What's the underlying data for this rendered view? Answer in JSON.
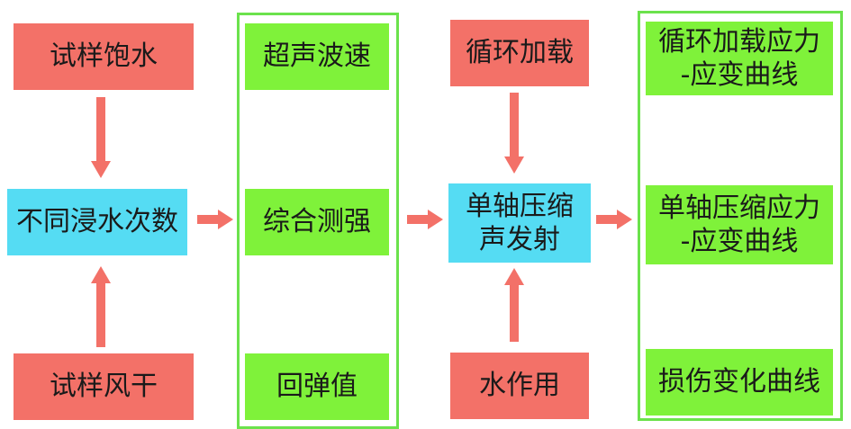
{
  "diagram": {
    "col1": {
      "top": "试样饱水",
      "middle": "不同浸水次数",
      "bottom": "试样风干"
    },
    "col2": {
      "items": [
        "超声波速",
        "综合测强",
        "回弹值"
      ]
    },
    "col3": {
      "top": "循环加载",
      "middle": "单轴压缩\n声发射",
      "bottom": "水作用"
    },
    "col4": {
      "items": [
        "循环加载应力\n-应变曲线",
        "单轴压缩应力\n-应变曲线",
        "损伤变化曲线"
      ]
    }
  },
  "colors": {
    "red": "#f37168",
    "green": "#7ff23a",
    "cyan": "#55dcf3",
    "frame": "#6be24c",
    "arrow": "#f37168"
  }
}
